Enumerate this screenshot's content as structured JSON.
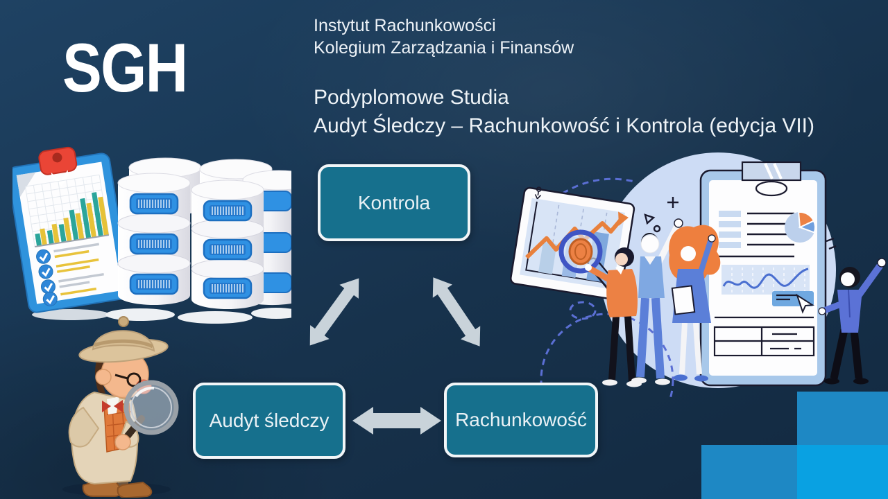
{
  "slide": {
    "logo_text": "SGH",
    "institute_line1": "Instytut Rachunkowości",
    "institute_line2": "Kolegium Zarządzania i Finansów",
    "program_line1": "Podyplomowe Studia",
    "program_line2": "Audyt Śledczy – Rachunkowość i Kontrola (edycja VII)"
  },
  "diagram": {
    "nodes": [
      {
        "id": "kontrola",
        "label": "Kontrola"
      },
      {
        "id": "audyt-sledczy",
        "label": "Audyt śledczy"
      },
      {
        "id": "rachunkowosc",
        "label": "Rachunkowość"
      }
    ],
    "relations": [
      {
        "from": "Audyt śledczy",
        "to": "Kontrola",
        "type": "bidirectional"
      },
      {
        "from": "Kontrola",
        "to": "Rachunkowość",
        "type": "bidirectional"
      },
      {
        "from": "Audyt śledczy",
        "to": "Rachunkowość",
        "type": "bidirectional"
      }
    ],
    "style": {
      "node_fill": "#16708d",
      "node_border": "#f2f6f8",
      "node_text_color": "#e9f1f5",
      "arrow_color": "#c9d3da"
    }
  },
  "illustrations": {
    "left": [
      "audit-report-clipboard",
      "database-stacks",
      "detective-with-magnifier"
    ],
    "right": [
      "team-analyzing-reports"
    ]
  },
  "decor": {
    "background_color": "#17324c",
    "squares": [
      {
        "position": "right-upper",
        "color": "#1e88c4"
      },
      {
        "position": "bottom-left",
        "color": "#1e88c4"
      },
      {
        "position": "bottom-right",
        "color": "#09a1e2"
      }
    ]
  }
}
